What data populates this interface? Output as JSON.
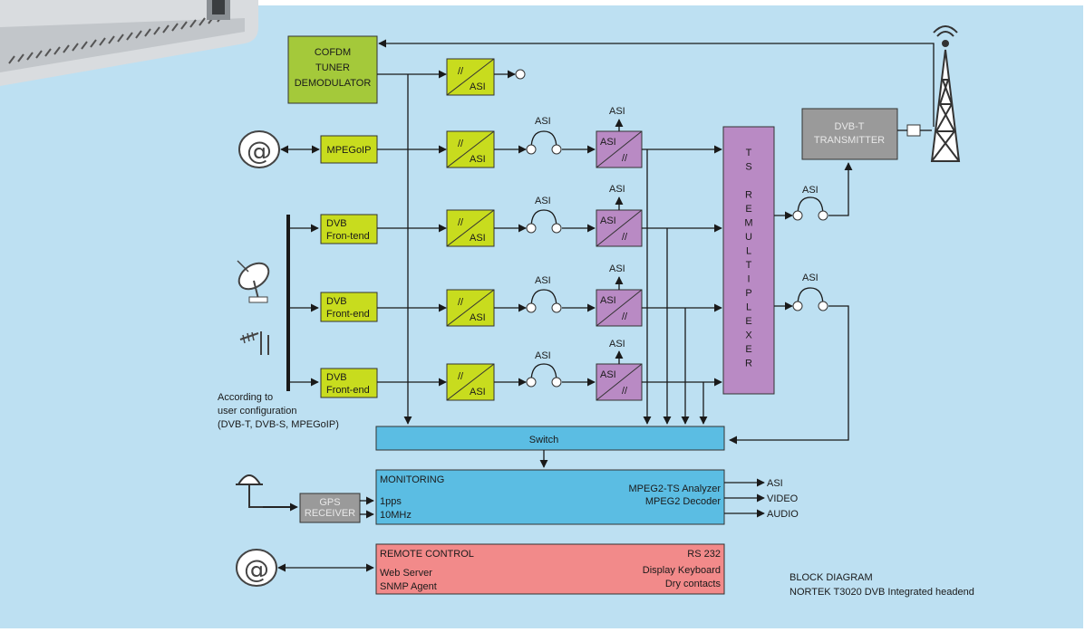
{
  "colors": {
    "background": "#bde0f2",
    "green_block": "#a4c93a",
    "lime_block": "#c8dc1e",
    "purple_block": "#b98ac4",
    "gray_block": "#9a9a9a",
    "blue_block": "#5bbde3",
    "red_block": "#f28a8a"
  },
  "cofdm": {
    "line1": "COFDM",
    "line2": "TUNER",
    "line3": "DEMODULATOR"
  },
  "mpegoip_label": "MPEGoIP",
  "frontends": [
    {
      "line1": "DVB",
      "line2": "Fron-tend"
    },
    {
      "line1": "DVB",
      "line2": "Front-end"
    },
    {
      "line1": "DVB",
      "line2": "Front-end"
    }
  ],
  "asi_label": "ASI",
  "remux": {
    "letters": [
      "T",
      "S",
      "",
      "R",
      "E",
      "M",
      "U",
      "L",
      "T",
      "I",
      "P",
      "L",
      "E",
      "X",
      "E",
      "R"
    ]
  },
  "transmitter": {
    "line1": "DVB-T",
    "line2": "TRANSMITTER"
  },
  "switch_label": "Switch",
  "monitoring": {
    "title": "MONITORING",
    "in1": "1pps",
    "in2": "10MHz",
    "right1": "MPEG2-TS Analyzer",
    "right2": "MPEG2 Decoder",
    "outputs": [
      "ASI",
      "VIDEO",
      "AUDIO"
    ]
  },
  "gps": {
    "line1": "GPS",
    "line2": "RECEIVER"
  },
  "remote": {
    "title": "REMOTE CONTROL",
    "left1": "Web Server",
    "left2": "SNMP Agent",
    "right1": "RS 232",
    "right2": "Display Keyboard",
    "right3": "Dry contacts"
  },
  "config_note": {
    "line1": "According to",
    "line2": "user configuration",
    "line3": "(DVB-T, DVB-S, MPEGoIP)"
  },
  "caption": {
    "line1": "BLOCK DIAGRAM",
    "line2": "NORTEK T3020 DVB Integrated headend"
  }
}
